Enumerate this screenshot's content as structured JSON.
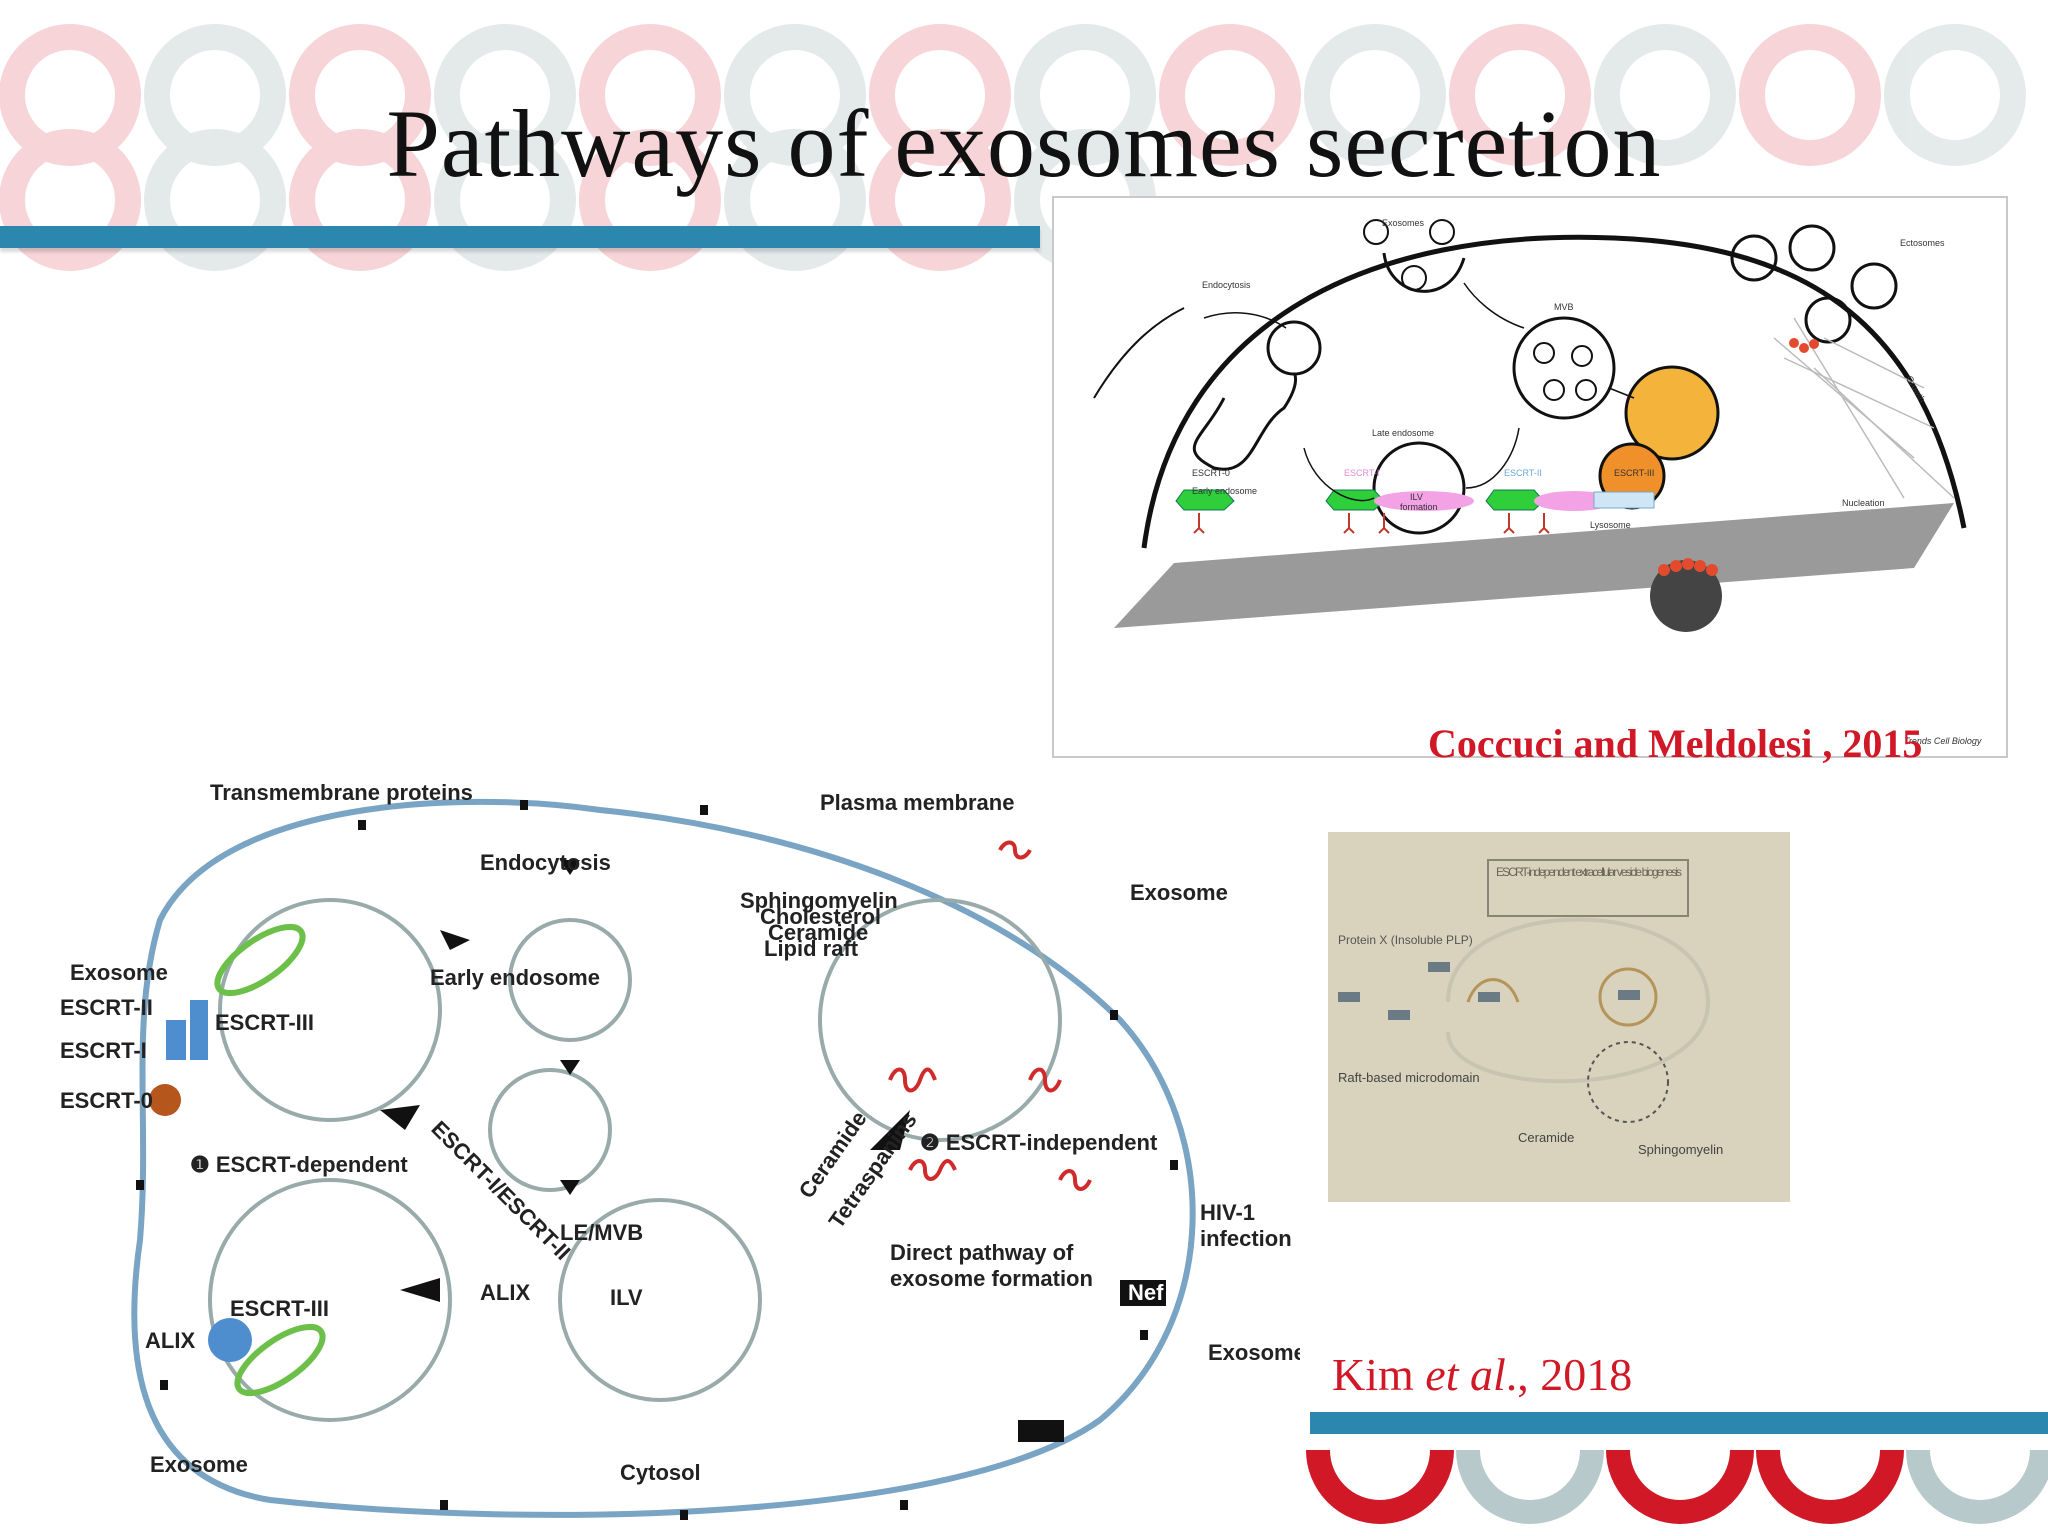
{
  "slide": {
    "title": "Pathways of exosomes secretion",
    "accent_color": "#2b87ad",
    "ring_color": "#d01826"
  },
  "citations": {
    "top": "Coccuci and Meldolesi , 2015",
    "bottom_author": "Kim ",
    "bottom_etal": "et al",
    "bottom_year": "., 2018"
  },
  "figure_top": {
    "labels": {
      "exosomes": "Exosomes",
      "ectosomes": "Ectosomes",
      "endocytosis": "Endocytosis",
      "mvb": "MVB",
      "late_endosome": "Late endosome",
      "early_endosome": "Early endosome",
      "ilv_formation_1": "ILV",
      "ilv_formation_2": "formation",
      "lysosome": "Lysosome",
      "nucleation": "Nucleation",
      "growth": "Growth",
      "escrt0": "ESCRT-0",
      "escrt1": "ESCRT-I",
      "escrt2": "ESCRT-II",
      "escrt3": "ESCRT-III",
      "journal": "Trends Cell Biology"
    }
  },
  "figure_bottom": {
    "labels": {
      "transmembrane": "Transmembrane proteins",
      "plasma_membrane": "Plasma membrane",
      "endocytosis": "Endocytosis",
      "exosome_right": "Exosome",
      "exosome_left": "Exosome",
      "escrt3_left": "ESCRT-III",
      "escrt2_left": "ESCRT-II",
      "escrt1_left": "ESCRT-I",
      "escrt0_left": "ESCRT-0",
      "escrt3_inner": "ESCRT-III",
      "early_endosome": "Early endosome",
      "sphingo": "Sphingomyelin",
      "cholesterol": "Cholesterol",
      "ceramide_lbl": "Ceramide",
      "lipid_raft": "Lipid raft",
      "escrt_dependent": "❶ ESCRT-dependent",
      "escrt_independent": "❷ ESCRT-independent",
      "escrt_i_ii": "ESCRT-I/ESCRT-II",
      "ceramide": "Ceramide",
      "tetraspanins": "Tetraspanins",
      "le_mvb": "LE/MVB",
      "alix_arrow": "ALIX",
      "alix": "ALIX",
      "ilv": "ILV",
      "escrt3_lower": "ESCRT-III",
      "direct_pathway_1": "Direct pathway of",
      "direct_pathway_2": "exosome formation",
      "hiv_1": "HIV-1",
      "hiv_2": "infection",
      "exosome_nef": "Exosome",
      "exosome_bottom": "Exosome",
      "cytosol": "Cytosol",
      "nef": "Nef"
    }
  },
  "figure_small": {
    "labels": {
      "box": "ESCRT-independent extracellular vesicle biogenesis",
      "protein": "Protein X (Insoluble PLP)",
      "raft": "Raft-based microdomain",
      "ceramide": "Ceramide",
      "sphingo": "Sphingomyelin"
    }
  }
}
